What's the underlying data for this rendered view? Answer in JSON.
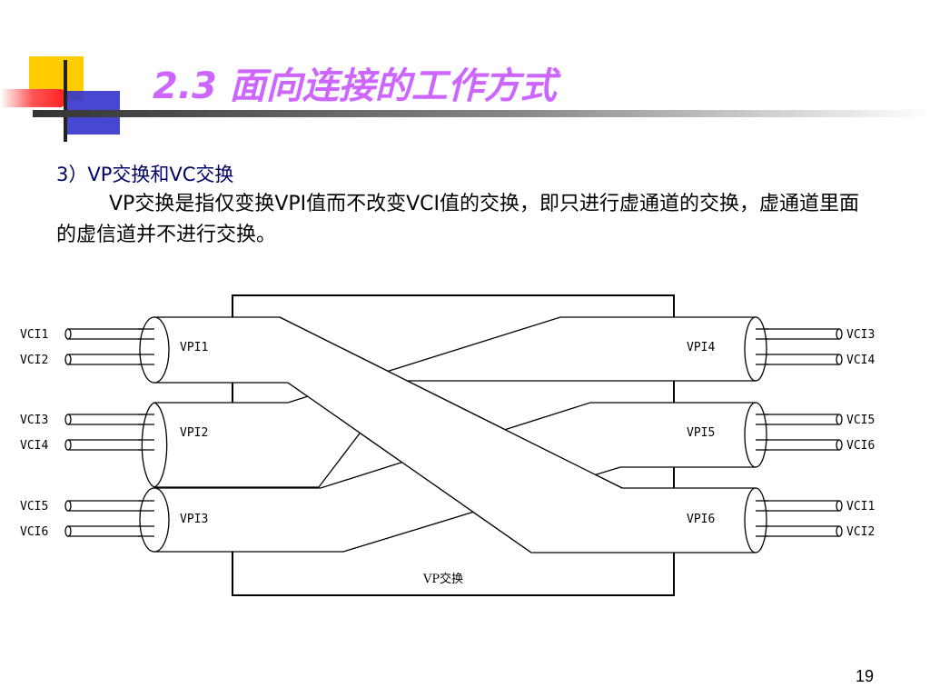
{
  "slide": {
    "title": "2.3  面向连接的工作方式",
    "subhead": "3）VP交换和VC交换",
    "paragraph": "VP交换是指仅变换VPI值而不改变VCI值的交换，即只进行虚通道的交换，虚通道里面的虚信道并不进行交换。",
    "page_number": "19"
  },
  "diagram": {
    "switch_label": "VP交换",
    "left_paths": [
      "VPI1",
      "VPI2",
      "VPI3"
    ],
    "right_paths": [
      "VPI4",
      "VPI5",
      "VPI6"
    ],
    "left_channels": [
      "VCI1",
      "VCI2",
      "VCI3",
      "VCI4",
      "VCI5",
      "VCI6"
    ],
    "right_channels": [
      "VCI3",
      "VCI4",
      "VCI5",
      "VCI6",
      "VCI1",
      "VCI2"
    ]
  },
  "colors": {
    "title": "#cc66ff",
    "subhead": "#000066",
    "logo_yellow": "#ffcc00",
    "logo_blue": "#3333cc",
    "logo_red": "#ff3333"
  }
}
